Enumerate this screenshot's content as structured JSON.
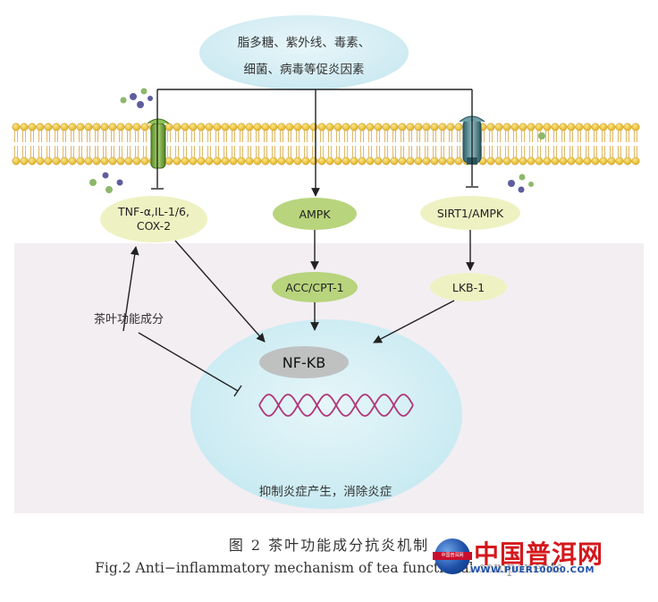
{
  "diagram": {
    "stimulus_line1": "脂多糖、紫外线、毒素、",
    "stimulus_line2": "细菌、病毒等促炎因素",
    "node_tnf_line1": "TNF-α,IL-1/6,",
    "node_tnf_line2": "COX-2",
    "node_ampk": "AMPK",
    "node_sirt": "SIRT1/AMPK",
    "node_acc": "ACC/CPT-1",
    "node_lkb": "LKB-1",
    "node_nfkb": "NF-KB",
    "tea_label": "茶叶功能成分",
    "cell_result": "抑制炎症产生，消除炎症"
  },
  "caption": {
    "cn": "图 2  茶叶功能成分抗炎机制",
    "en": "Fig.2  Anti−inflammatory mechanism of tea functional components"
  },
  "watermark": {
    "logo_text": "中国普洱网",
    "title": "中国普洱网",
    "url": "WWW.PUER10000.COM"
  },
  "colors": {
    "ellipse_fill": "#daf0f5",
    "node_fill": "#eef2c2",
    "node_dark": "#b8d47c",
    "nfkb_fill": "#bfc1c1",
    "dna_color": "#b0377a",
    "membrane_head": "#ecc640",
    "cytoplasm": "#f3eef2"
  }
}
